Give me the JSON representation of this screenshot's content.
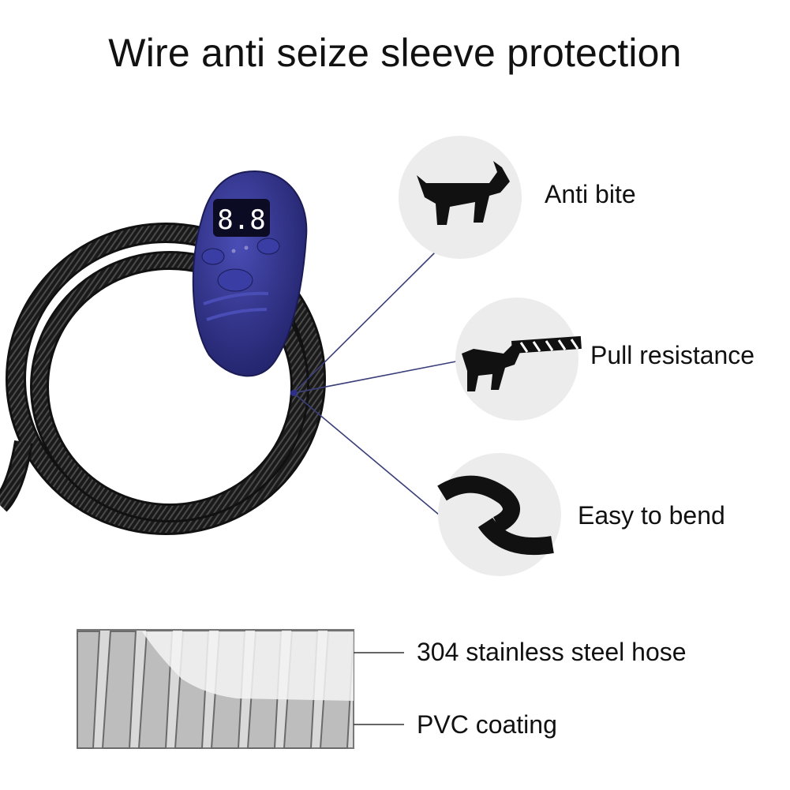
{
  "title": "Wire anti seize sleeve protection",
  "controller": {
    "display": "8.8"
  },
  "features": [
    {
      "label": "Anti bite",
      "icon": "dog-icon"
    },
    {
      "label": "Pull resistance",
      "icon": "dog-pulling-leash-icon"
    },
    {
      "label": "Easy to bend",
      "icon": "bent-hose-icon"
    }
  ],
  "layers": [
    {
      "label": "304 stainless steel hose"
    },
    {
      "label": "PVC coating"
    }
  ],
  "colors": {
    "controller": "#2e2f8a",
    "hose": "#151515",
    "icon_circle": "#ececec",
    "leader_line": "#3a3f7a"
  }
}
